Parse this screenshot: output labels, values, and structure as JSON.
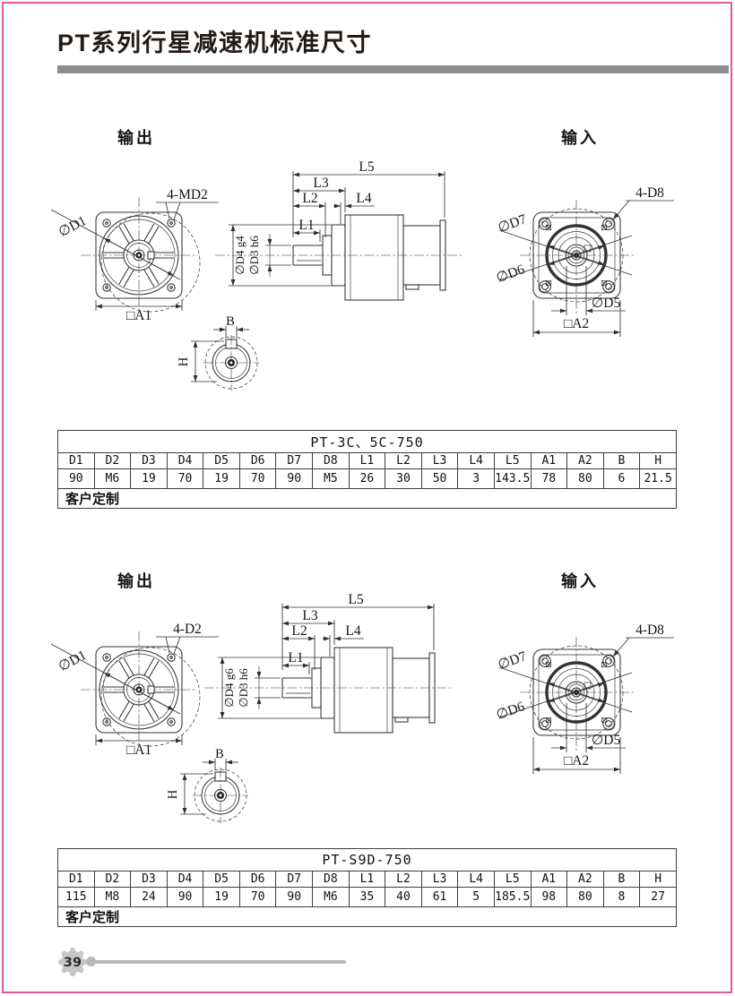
{
  "page": {
    "title": "PT系列行星减速机标准尺寸",
    "page_number": "39",
    "accent_border_color": "#dd5b9b",
    "title_rule_color": "#8d8d8d",
    "footer_decoration_color": "#b9b9b9",
    "drawing_line_color": "#333333"
  },
  "sections": [
    {
      "output_label": "输出",
      "input_label": "输入",
      "output_view": {
        "hole_callout": "4-MD2",
        "d1": "∅D1",
        "a1": "□A1"
      },
      "side_view": {
        "l1": "L1",
        "l2": "L2",
        "l3": "L3",
        "l4": "L4",
        "l5": "L5",
        "d4": "∅D4 g4",
        "d3": "∅D3 h6"
      },
      "shaft_section": {
        "b": "B",
        "h": "H"
      },
      "input_view": {
        "hole_callout": "4-D8",
        "d7": "∅D7",
        "d6": "∅D6",
        "d5": "∅D5",
        "a2": "□A2"
      },
      "table": {
        "title": "PT-3C、5C-750",
        "headers": [
          "D1",
          "D2",
          "D3",
          "D4",
          "D5",
          "D6",
          "D7",
          "D8",
          "L1",
          "L2",
          "L3",
          "L4",
          "L5",
          "A1",
          "A2",
          "B",
          "H"
        ],
        "values": [
          "90",
          "M6",
          "19",
          "70",
          "19",
          "70",
          "90",
          "M5",
          "26",
          "30",
          "50",
          "3",
          "143.5",
          "78",
          "80",
          "6",
          "21.5"
        ],
        "footer": "客户定制"
      }
    },
    {
      "output_label": "输出",
      "input_label": "输入",
      "output_view": {
        "hole_callout": "4-D2",
        "d1": "∅D1",
        "a1": "□A1"
      },
      "side_view": {
        "l1": "L1",
        "l2": "L2",
        "l3": "L3",
        "l4": "L4",
        "l5": "L5",
        "d4": "∅D4 g6",
        "d3": "∅D3 h6"
      },
      "shaft_section": {
        "b": "B",
        "h": "H"
      },
      "input_view": {
        "hole_callout": "4-D8",
        "d7": "∅D7",
        "d6": "∅D6",
        "d5": "∅D5",
        "a2": "□A2"
      },
      "table": {
        "title": "PT-S9D-750",
        "headers": [
          "D1",
          "D2",
          "D3",
          "D4",
          "D5",
          "D6",
          "D7",
          "D8",
          "L1",
          "L2",
          "L3",
          "L4",
          "L5",
          "A1",
          "A2",
          "B",
          "H"
        ],
        "values": [
          "115",
          "M8",
          "24",
          "90",
          "19",
          "70",
          "90",
          "M6",
          "35",
          "40",
          "61",
          "5",
          "185.5",
          "98",
          "80",
          "8",
          "27"
        ],
        "footer": "客户定制"
      }
    }
  ]
}
